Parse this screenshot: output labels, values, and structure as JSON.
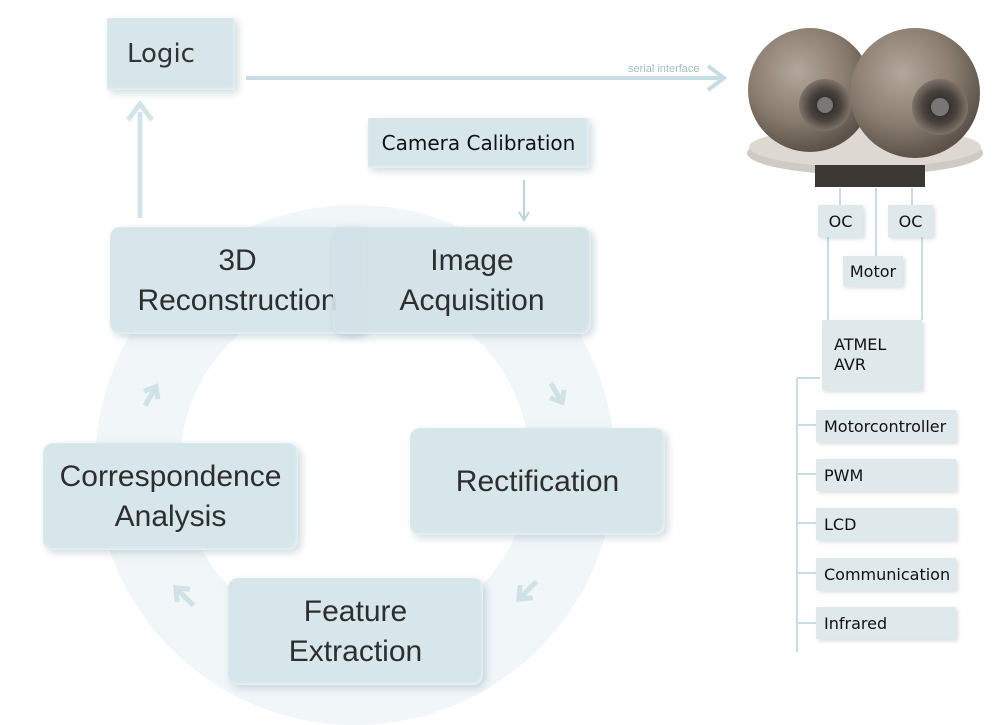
{
  "logic": "Logic",
  "serial_interface": "serial interface",
  "camera_calibration": "Camera Calibration",
  "cycle": {
    "reconstruction_line1": "3D",
    "reconstruction_line2": "Reconstruction",
    "acquisition_line1": "Image",
    "acquisition_line2": "Acquisition",
    "rectification": "Rectification",
    "feature_line1": "Feature",
    "feature_line2": "Extraction",
    "correspondence_line1": "Correspondence",
    "correspondence_line2": "Analysis"
  },
  "hardware": {
    "oc_left": "OC",
    "oc_right": "OC",
    "motor": "Motor",
    "atmel_line1": "ATMEL",
    "atmel_line2": "AVR",
    "peripherals": [
      "Motorcontroller",
      "PWM",
      "LCD",
      "Communication",
      "Infrared"
    ]
  },
  "colors": {
    "box": "#d6e6ea",
    "arrow": "#c7dde3",
    "ring": "#f1f6f8",
    "camera": "#8a7f74"
  }
}
